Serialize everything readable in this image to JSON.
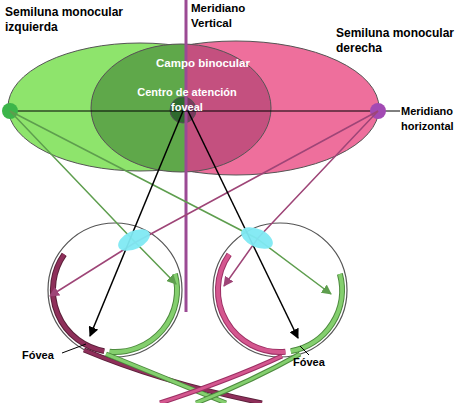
{
  "diagram": {
    "nodes": [
      {
        "text": [
          "Semiluna monocular izquierda"
        ]
      },
      {
        "text": [
          "Semiluna monocular derecha"
        ]
      },
      {
        "text": [
          "Campo binocular"
        ]
      },
      {
        "text": [
          "Centro de atención foveal"
        ],
        "in": 2
      }
    ],
    "labels": [
      "Meridiano Vertical",
      "Meridiano horizontal",
      "Fóvea",
      "Fóvea"
    ]
  }
}
